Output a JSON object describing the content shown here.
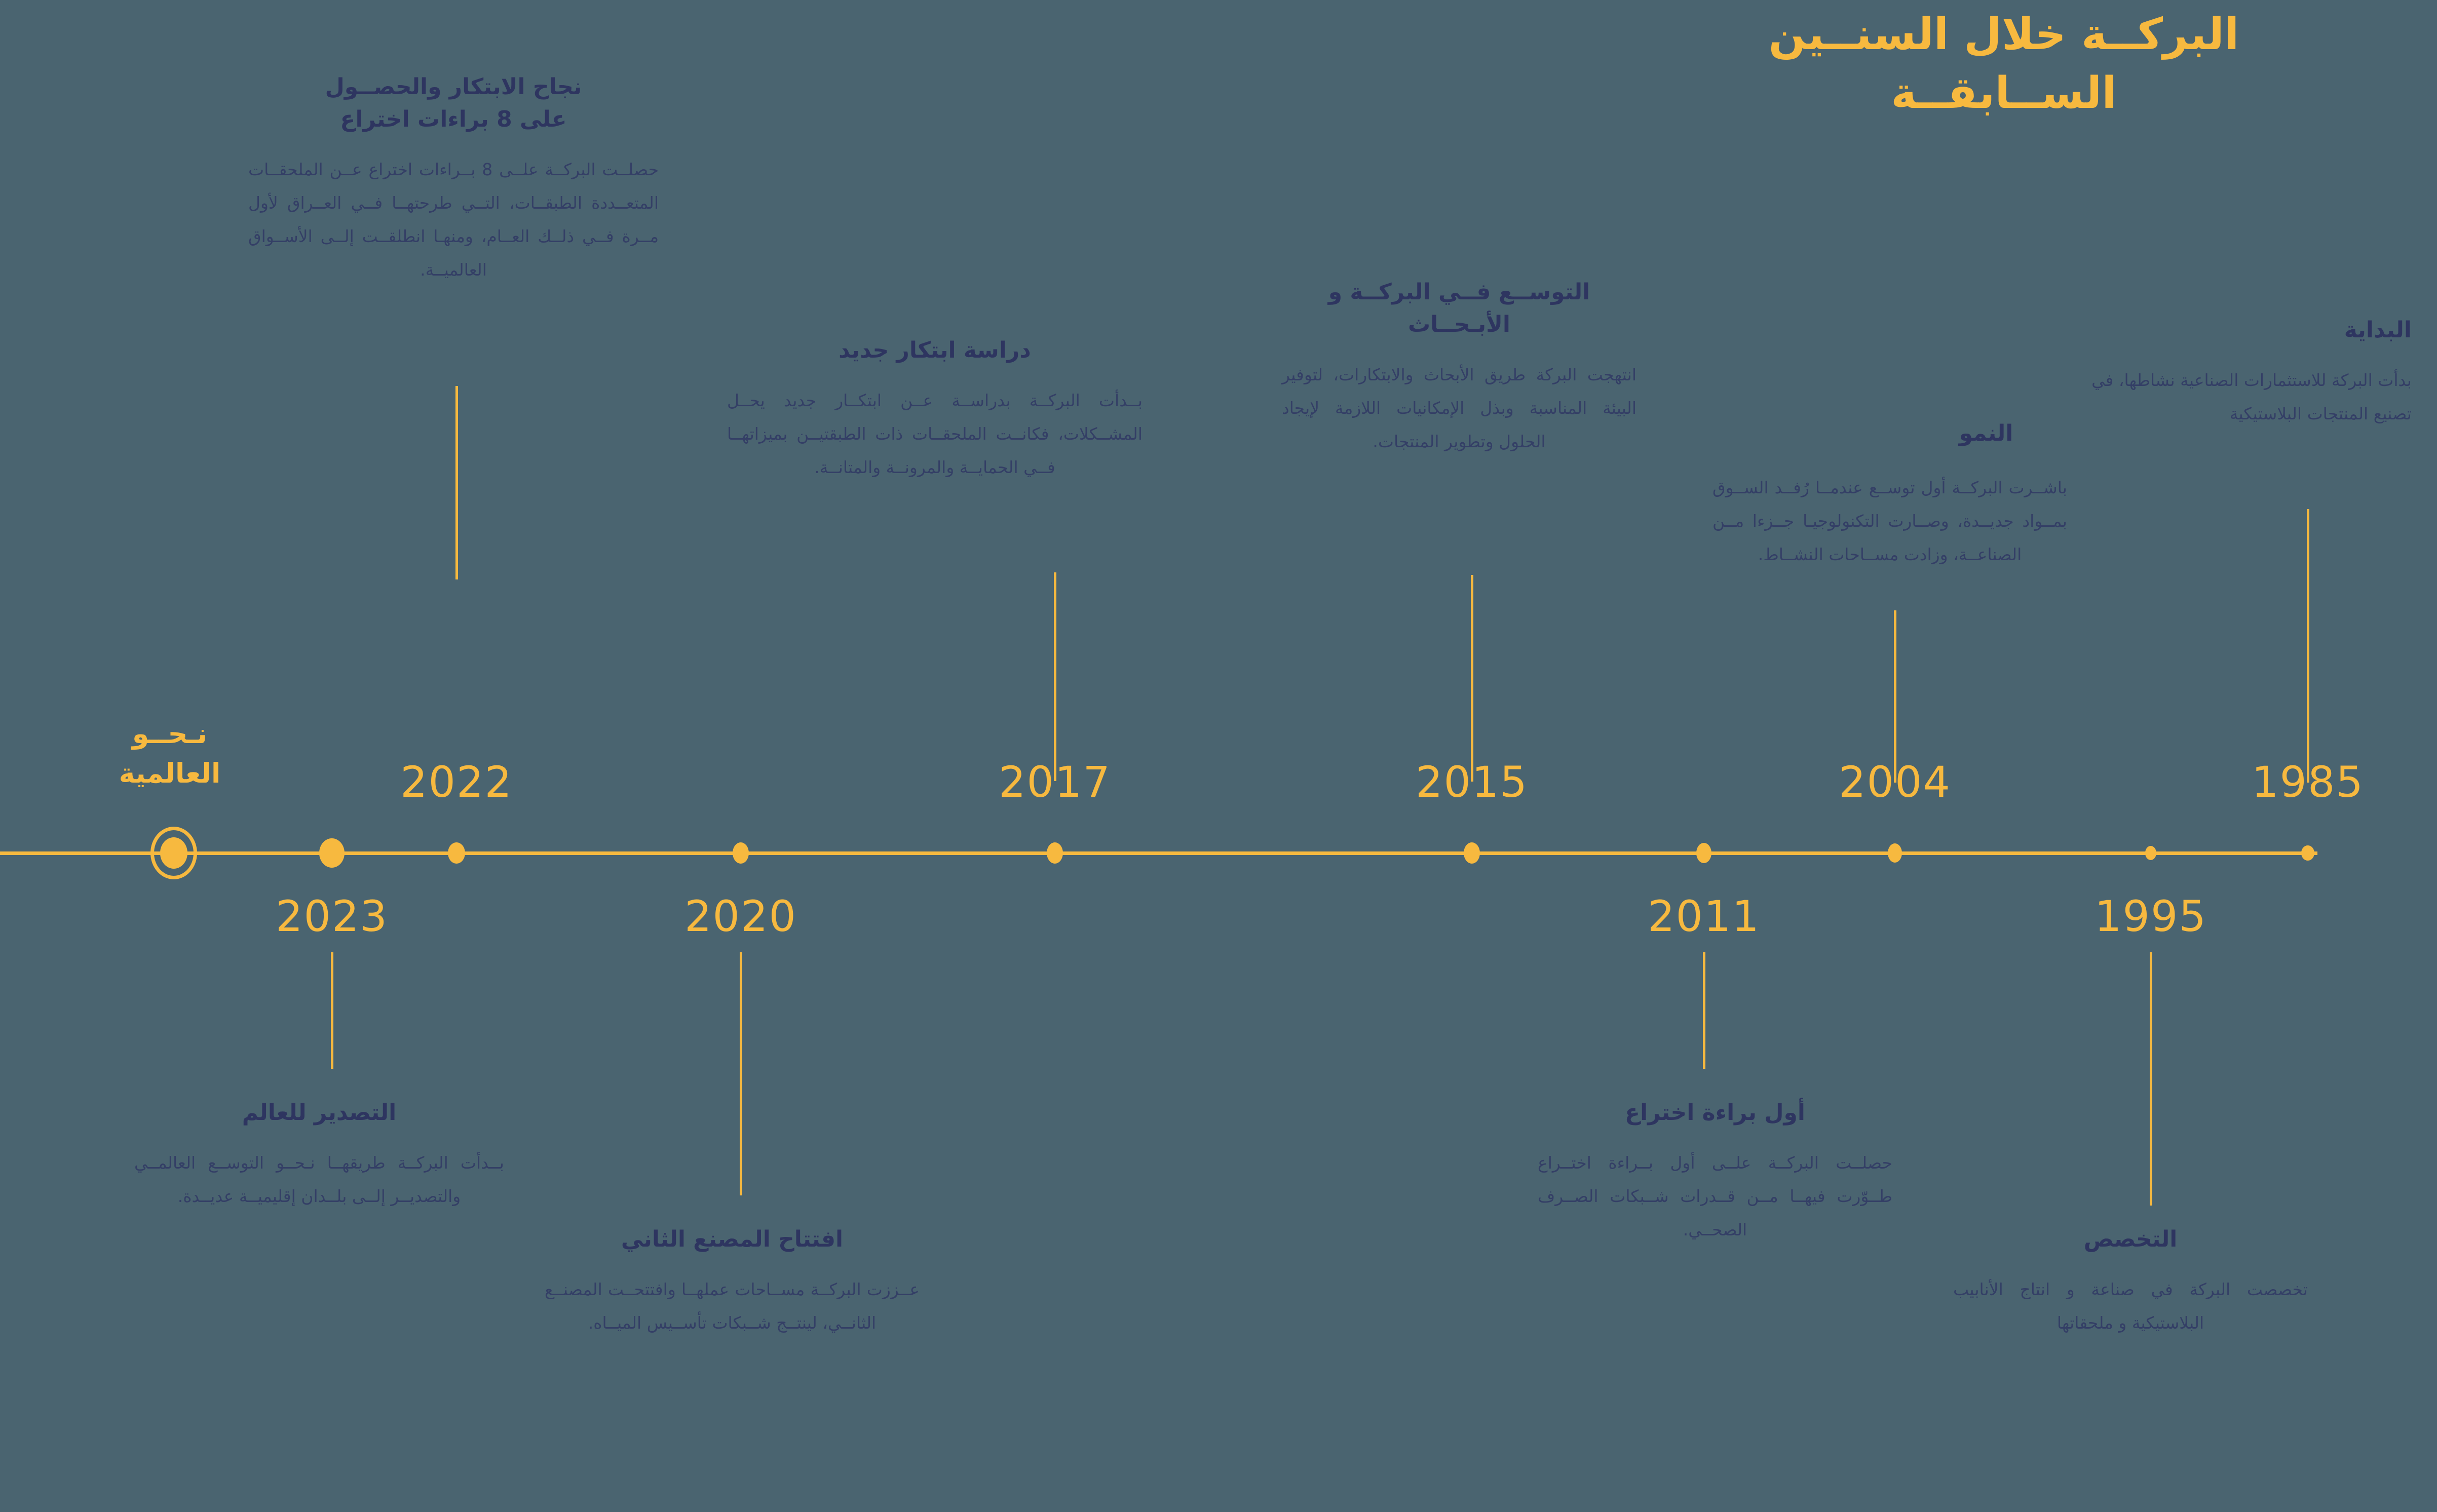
{
  "title": {
    "line1": "البركــة خلال السنــين",
    "line2": "الســابقــة"
  },
  "colors": {
    "background": "#4a6470",
    "accent": "#f7b93f",
    "heading": "#2e3560",
    "body_text": "#343f66"
  },
  "axis": {
    "global_label_line1": "نـحــو",
    "global_label_line2": "العالمية"
  },
  "years_above": [
    "2022",
    "2017",
    "2015",
    "2004",
    "1985"
  ],
  "years_below": [
    "2023",
    "2020",
    "2011",
    "1995"
  ],
  "events": [
    {
      "year": "2022",
      "title": "نجاح الابتكار والحصــول\nعلى 8 براءات اختراع",
      "title_line1": "نجاح الابتكار والحصــول",
      "title_line2": "على 8 براءات اختراع",
      "body": "حصلــت البركــة علــى 8 بــراءات اختراع عــن الملحقــات المتعــددة الطبقــات، التــي طرحتهــا فــي العــراق لأول مــرة فــي ذلــك العــام، ومنهـا انطلقــت إلــى الأســواق العالميــة."
    },
    {
      "year": "2017",
      "title_line1": "دراسة ابتكار جديد",
      "title_line2": "",
      "body": "بــدأت البركــة بدراســة عــن ابتكــار جديد يحــل المشــكلات، فكانــت الملحقــات ذات الطبقتيــن بميزاتهــا فــي الحمايــة والمرونــة والمتانــة."
    },
    {
      "year": "2015",
      "title_line1": "التوســع فــي البركــة و",
      "title_line2": "الأبـحــاث",
      "body": "انتهجت البركة طريق الأبحاث والابتكارات، لتوفير البيئة المناسبة وبذل الإمكانيات اللازمة لإيجاد الحلول وتطوير المنتجات."
    },
    {
      "year": "2004",
      "title_line1": "النمو",
      "title_line2": "",
      "body": "باشــرت البركــة أول توســع عندمــا رُفــد الســوق بمــواد جديــدة، وصــارت التكنولوجيـا جــزءا مــن الصناعــة، وزادت مســاحات النشــاط."
    },
    {
      "year": "1985",
      "title_line1": "البداية",
      "title_line2": "",
      "body": "بدأت البركة للاستثمارات الصناعية نشاطها، في تصنيع المنتجات البلاستيكية"
    },
    {
      "year": "2023",
      "title_line1": "التصدير للعالم",
      "title_line2": "",
      "body": "بــدأت البركــة طريقهــا نـحــو التوســع العالمــي والتصديــر إلــى بلــدان إقليميــة عديــدة."
    },
    {
      "year": "2020",
      "title_line1": "افتتاح المصنع الثاني",
      "title_line2": "",
      "body": "عــززت البركــة مســاحات عملهــا وافتتحــت المصنــع الثانــي، لينتــج شــبكات تأســيس الميــاه."
    },
    {
      "year": "2011",
      "title_line1": "أول براءة اختراع",
      "title_line2": "",
      "body": "حصلــت البركــة علــى أول بــراءة اختــراع طــوّرت فيهــا مــن قــدرات شــبكات الصــرف الصحــي."
    },
    {
      "year": "1995",
      "title_line1": "التخصص",
      "title_line2": "",
      "body": "تخصصت البركة في صناعة و انتاج الأنابيب البلاستيكية و ملحقاتها"
    }
  ]
}
